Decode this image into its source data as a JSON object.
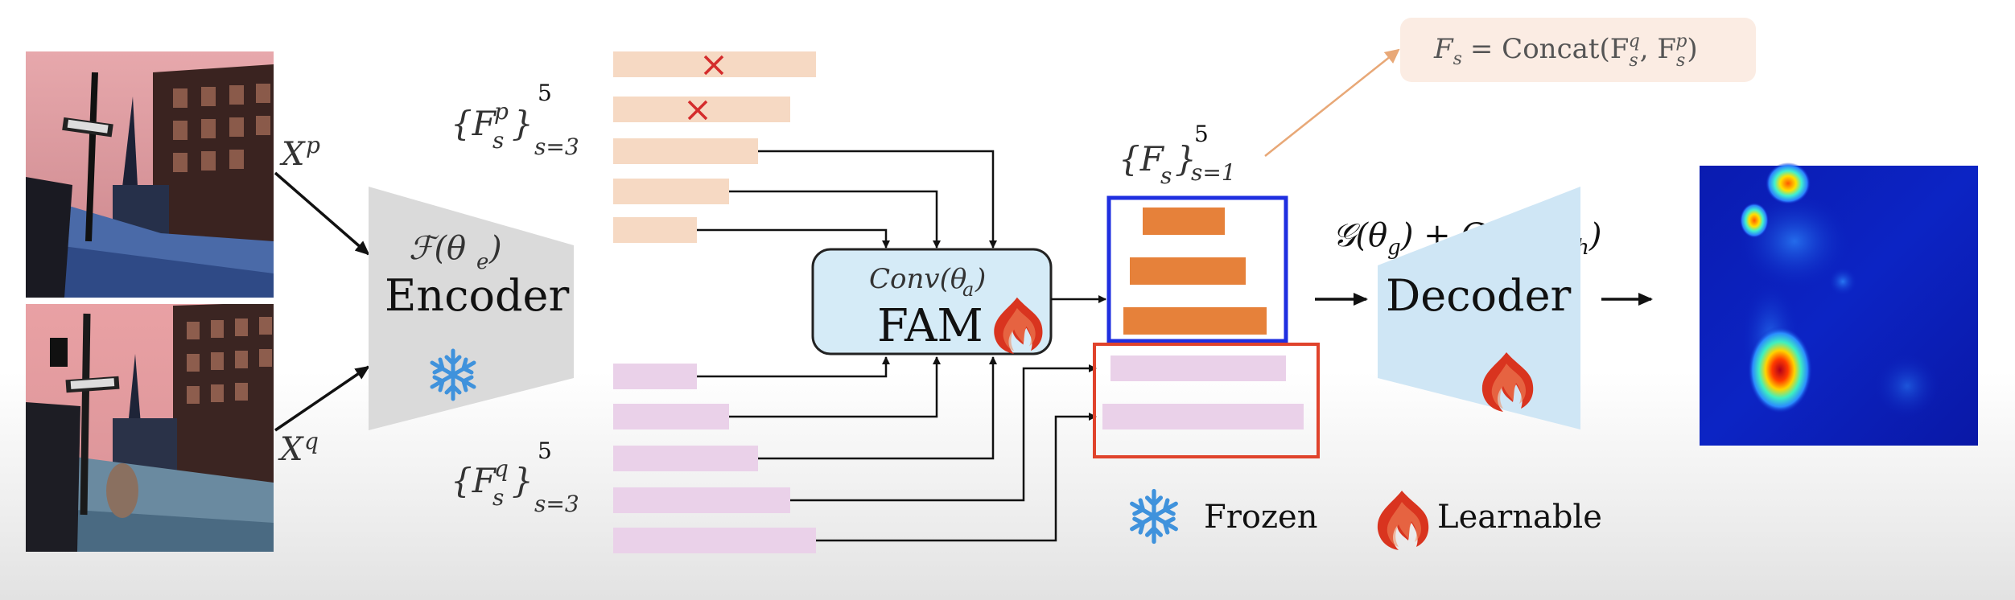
{
  "input_p_label": "X",
  "input_p_sup": "p",
  "input_q_label": "X",
  "input_q_sup": "q",
  "encoder": {
    "func": "ℱ(θ",
    "func_sub": "e",
    "func_close": ")",
    "name": "Encoder"
  },
  "features_p": {
    "base": "{F",
    "sup": "p",
    "close": "}",
    "sup_range": "5",
    "sub_range": "s=3",
    "sub_s": "s"
  },
  "features_q": {
    "base": "{F",
    "sup": "q",
    "close": "}",
    "sup_range": "5",
    "sub_range": "s=3",
    "sub_s": "s"
  },
  "fam": {
    "conv": "Conv(θ",
    "conv_sub": "a",
    "conv_close": ")",
    "name": "FAM"
  },
  "fused": {
    "base": "{F",
    "close": "}",
    "sub_s": "s",
    "sup_range": "5",
    "sub_range": "s=1"
  },
  "concat_formula": {
    "lhs": "F",
    "lhs_sub": "s",
    "eq": "= Concat(F",
    "q_sup": "q",
    "q_sub": "s",
    "comma": ", F",
    "p_sup": "p",
    "p_sub": "s",
    "close": ")"
  },
  "decoder": {
    "func": "𝒢(θ",
    "func_sub": "g",
    "mid": ") + Conv(θ",
    "func_sub2": "h",
    "close": ")",
    "name": "Decoder"
  },
  "legend": {
    "frozen": "Frozen",
    "learnable": "Learnable"
  },
  "colors": {
    "p_bar": "#f6d9c3",
    "q_bar": "#ead1e9",
    "fused_bar": "#e6813a",
    "blue_box": "#1f2fe0",
    "red_box": "#e0432c",
    "cross": "#d42c2c",
    "fam_fill": "#d5ebf7",
    "encoder_fill": "#dadada",
    "decoder_fill": "#cfe6f5",
    "concat_bg": "#fbece3",
    "concat_arrow": "#e8a877",
    "snowflake": "#3f92dc",
    "flame": "#d9341f"
  },
  "icons": [
    "snowflake-icon",
    "flame-icon",
    "cross-icon"
  ]
}
